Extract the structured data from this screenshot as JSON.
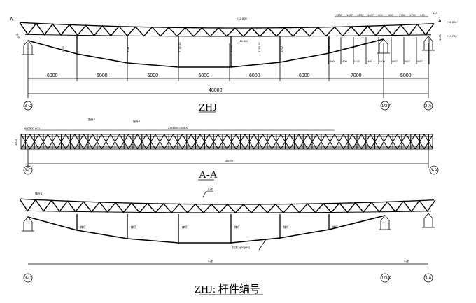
{
  "elevation": {
    "section_marker": "A",
    "section_marker_right": "A",
    "left_depth": "1500",
    "elev_top_mid": "+15.800",
    "elev_mid": "+14.500",
    "elev_right_top": "+15.300",
    "elev_right_bottom": "+13.700",
    "right_depth": "1600",
    "right_overhang": "600",
    "verticals": [
      "1870",
      "3111",
      "5775.50",
      "3500",
      "5763.50",
      "3262",
      "2123"
    ],
    "top_spacing": [
      "1337",
      "1337",
      "1337",
      "1337",
      "900",
      "900",
      "1750",
      "1750",
      "900"
    ],
    "bottom_spacing": [
      "1400",
      "1400",
      "1400",
      "1400",
      "1400",
      "1667",
      "1667",
      "1667"
    ],
    "spans": [
      "6000",
      "6000",
      "6000",
      "6000",
      "6000",
      "6000",
      "7000",
      "5000"
    ],
    "total": "48000",
    "title": "ZHJ",
    "axes": [
      "3-C",
      "1/3-A",
      "3-A"
    ]
  },
  "plan": {
    "top_dims": [
      "600",
      "900",
      "600"
    ],
    "bay_dim": "23x1500=34500",
    "depth": "1500",
    "labels": [
      "腹杆2",
      "腹杆3"
    ],
    "total": "48000",
    "title": "A-A",
    "axes": [
      "3-C",
      "3-A"
    ]
  },
  "members": {
    "labels_top": [
      "腹杆1",
      "上弦"
    ],
    "posts": [
      "撑杆",
      "撑杆",
      "撑杆",
      "撑杆",
      "撑杆",
      "撑杆"
    ],
    "cable": "拉索: ϕ50(HS)",
    "bottom_left": "下弦",
    "bottom_right": "下弦",
    "title": "ZHJ: 杆件编号",
    "axes": [
      "3-C",
      "1/3-A",
      "3-A"
    ]
  }
}
